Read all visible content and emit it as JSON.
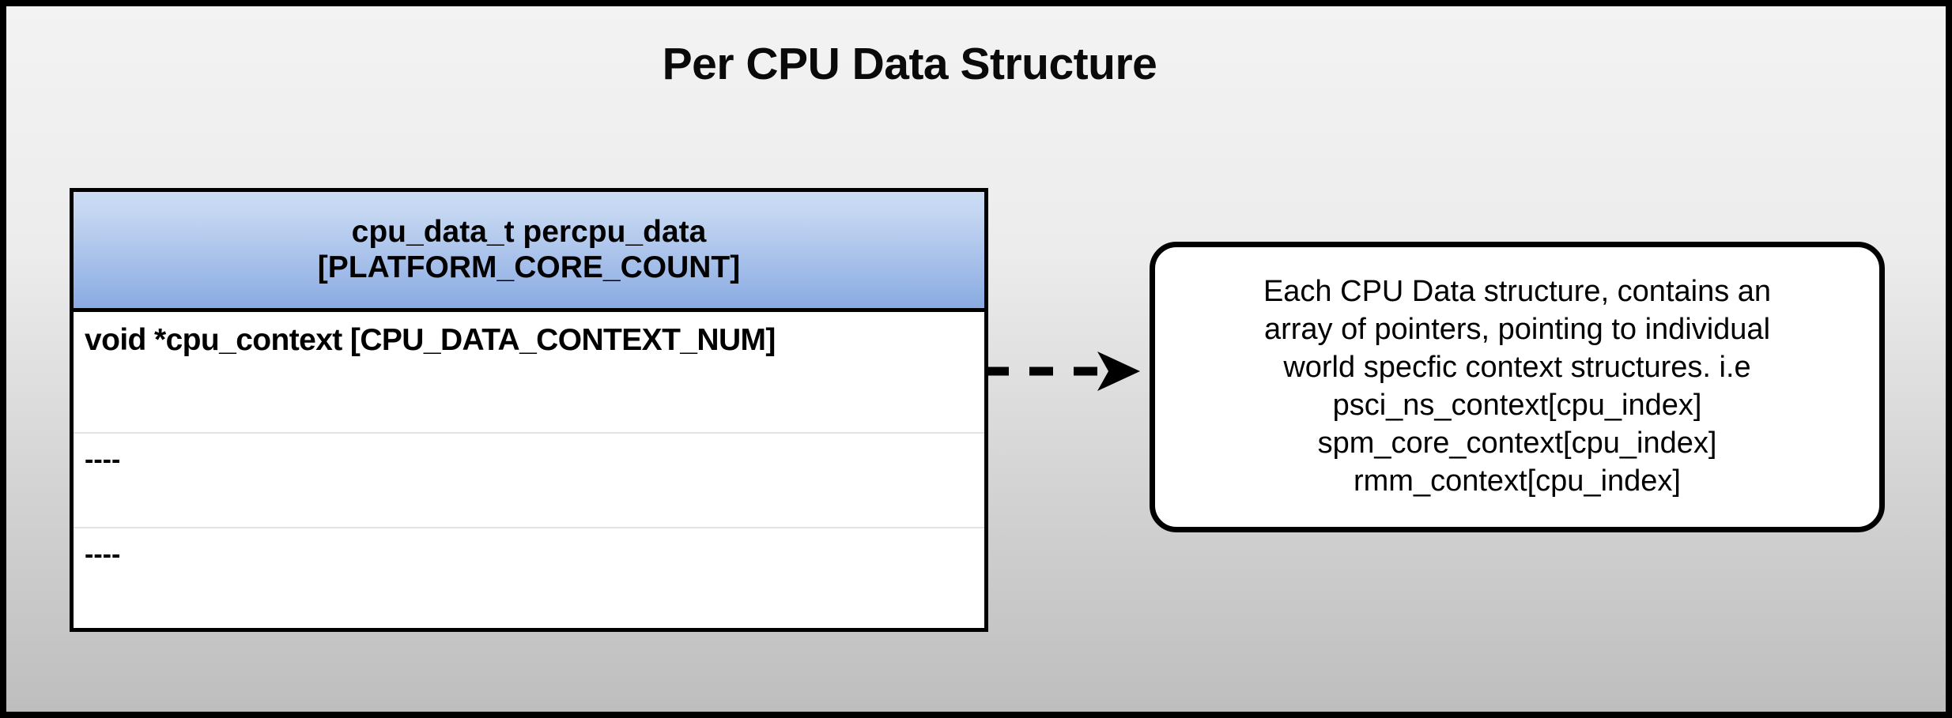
{
  "diagram": {
    "title": "Per CPU Data Structure",
    "background_top_color": "#f3f3f3",
    "background_bottom_color": "#bebebe",
    "border_color": "#000000"
  },
  "struct_table": {
    "header": {
      "line1": "cpu_data_t percpu_data",
      "line2": "[PLATFORM_CORE_COUNT]",
      "gradient_top_color": "#ccdcf4",
      "gradient_bottom_color": "#88abe2"
    },
    "rows": [
      {
        "text": "void *cpu_context [CPU_DATA_CONTEXT_NUM]"
      },
      {
        "text": "----"
      },
      {
        "text": "----"
      }
    ]
  },
  "connector": {
    "style": "dashed-arrow",
    "direction": "right",
    "dash_count": 3,
    "color": "#000000"
  },
  "callout_note": {
    "lines": [
      "Each CPU Data structure, contains an",
      "array of pointers, pointing to individual",
      "world specfic context structures. i.e",
      "psci_ns_context[cpu_index]",
      "spm_core_context[cpu_index]",
      "rmm_context[cpu_index]"
    ],
    "border_color": "#000000",
    "background_color": "#ffffff"
  }
}
